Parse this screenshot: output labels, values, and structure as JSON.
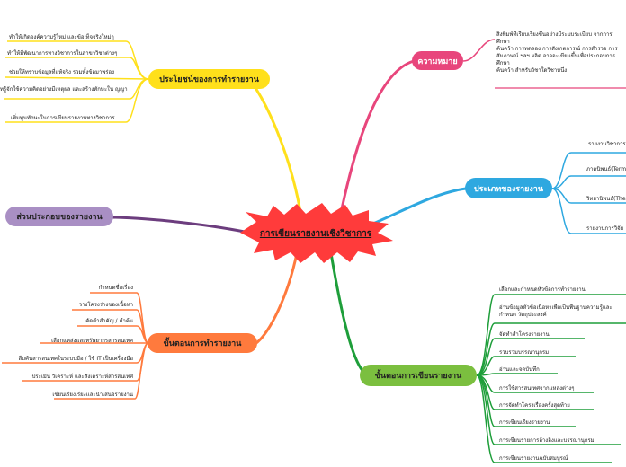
{
  "center": {
    "label": "การเขียนรายงานเชิงวิชาการ",
    "color": "#ff3b3b"
  },
  "colors": {
    "benefits": "#ffe01b",
    "meaning": "#e8467c",
    "types": "#2ea8e0",
    "components": "#a98fc4",
    "procedure": "#ff7a3d",
    "writing": "#7bbf3f"
  },
  "benefits": {
    "label": "ประโยชน์ของการทำรายงาน",
    "items": [
      "ทำให้เกิดองค์ความรู้ใหม่ และข้อเท็จจริงใหม่ๆ",
      "ทำให้มีพัฒนาการทางวิชาการในสาขาวิชาต่างๆ",
      "ช่วยให้ทราบข้อมูลที่แท้จริง รวมทั้งข้อมาพร่อง",
      "ทรู้จักใช้ความคิดอย่างมีเหตุผล และสร้างทักษะใน ญญา",
      "เพิ่มพูนทักษะในการเขียนรายงานทางวิชาการ"
    ]
  },
  "meaning": {
    "label": "ความหมาย",
    "lines": [
      "สิ่งพิมพ์ที่เรียบเรียงขึ้นอย่างมีระบบระเบียบ จากการ",
      "ศึกษา",
      "ค้นคว้า การทดลอง การสังเกตการณ์ การสำรวจ การ",
      "สัมภาษณ์ ฯลฯ ผลิต อาจจะเขียนขึ้นเพื่อประกอบการ",
      "ศึกษา",
      "ค้นคว้า สำหรับวิชาใดวิชาหนึ่ง"
    ]
  },
  "types": {
    "label": "ประเภทของรายงาน",
    "items": [
      "รายงานวิชาการ",
      "ภาคนิพนธ์(Term Paper)",
      "วิทยานิพนธ์(Thesis)",
      "รายงานการวิจัย"
    ]
  },
  "components": {
    "label": "ส่วนประกอบของรายงาน"
  },
  "procedure": {
    "label": "ขั้นตอนการทำรายงาน",
    "items": [
      "กำหนดชื่อเรื่อง",
      "วางโครงร่างของเนื้อหา",
      "คัดคำสำคัญ / คำค้น",
      "เลือกแหล่งและทรัพยากรสารสนเทศ",
      "สืบค้นสารสนเทศในระบบมือ / ใช้ IT เป็นเครื่องมือ",
      "ประเมิน วิเคราะห์ และสังเคราะห์สารสนเทศ",
      "เขียนเรียงเรียงเเละนำเสนอรายงาน"
    ]
  },
  "writing": {
    "label": "ขั้นตอนการเขียนรายงาน",
    "items": [
      "เลือกและกำหนดหัวข้อการทำรายงาน",
      "อ่านข้อมูลหัวข้อเนื้อหาเพื่อเป็นพื้นฐานความรู้และกำหนด วัตถุประสงค์",
      "จัดทำสำโครงรายงาน",
      "รวบรวมบรรณานุกรม",
      "อ่านและจดบันทึก",
      "การใช้สารสนเทศจากแหล่งต่างๆ",
      "การจัดทำโครงเรื่องครั้งสุดท้าย",
      "การเขียนเรียงรายงาน",
      "การเขียนรายการอ้างอิงและบรรณานุกรม",
      "การเขียนรายงานฉบับสมบูรณ์"
    ]
  }
}
